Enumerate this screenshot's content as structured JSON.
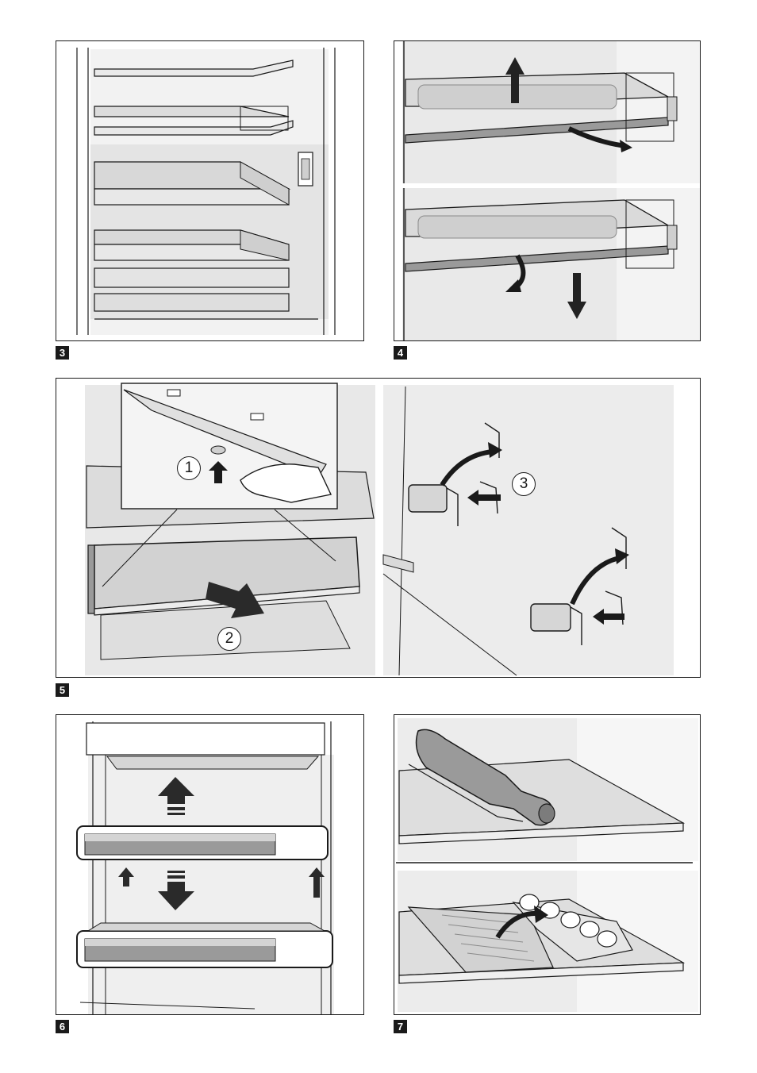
{
  "figures": [
    {
      "id": "fig3",
      "label": "3"
    },
    {
      "id": "fig4",
      "label": "4"
    },
    {
      "id": "fig5",
      "label": "5",
      "steps": [
        "1",
        "2",
        "3"
      ]
    },
    {
      "id": "fig6",
      "label": "6"
    },
    {
      "id": "fig7",
      "label": "7"
    }
  ],
  "colors": {
    "line": "#1a1a1a",
    "wall": "#e6e6e6",
    "shelf": "#d4d4d4",
    "dark": "#8a8a8a",
    "paper": "#ffffff"
  }
}
